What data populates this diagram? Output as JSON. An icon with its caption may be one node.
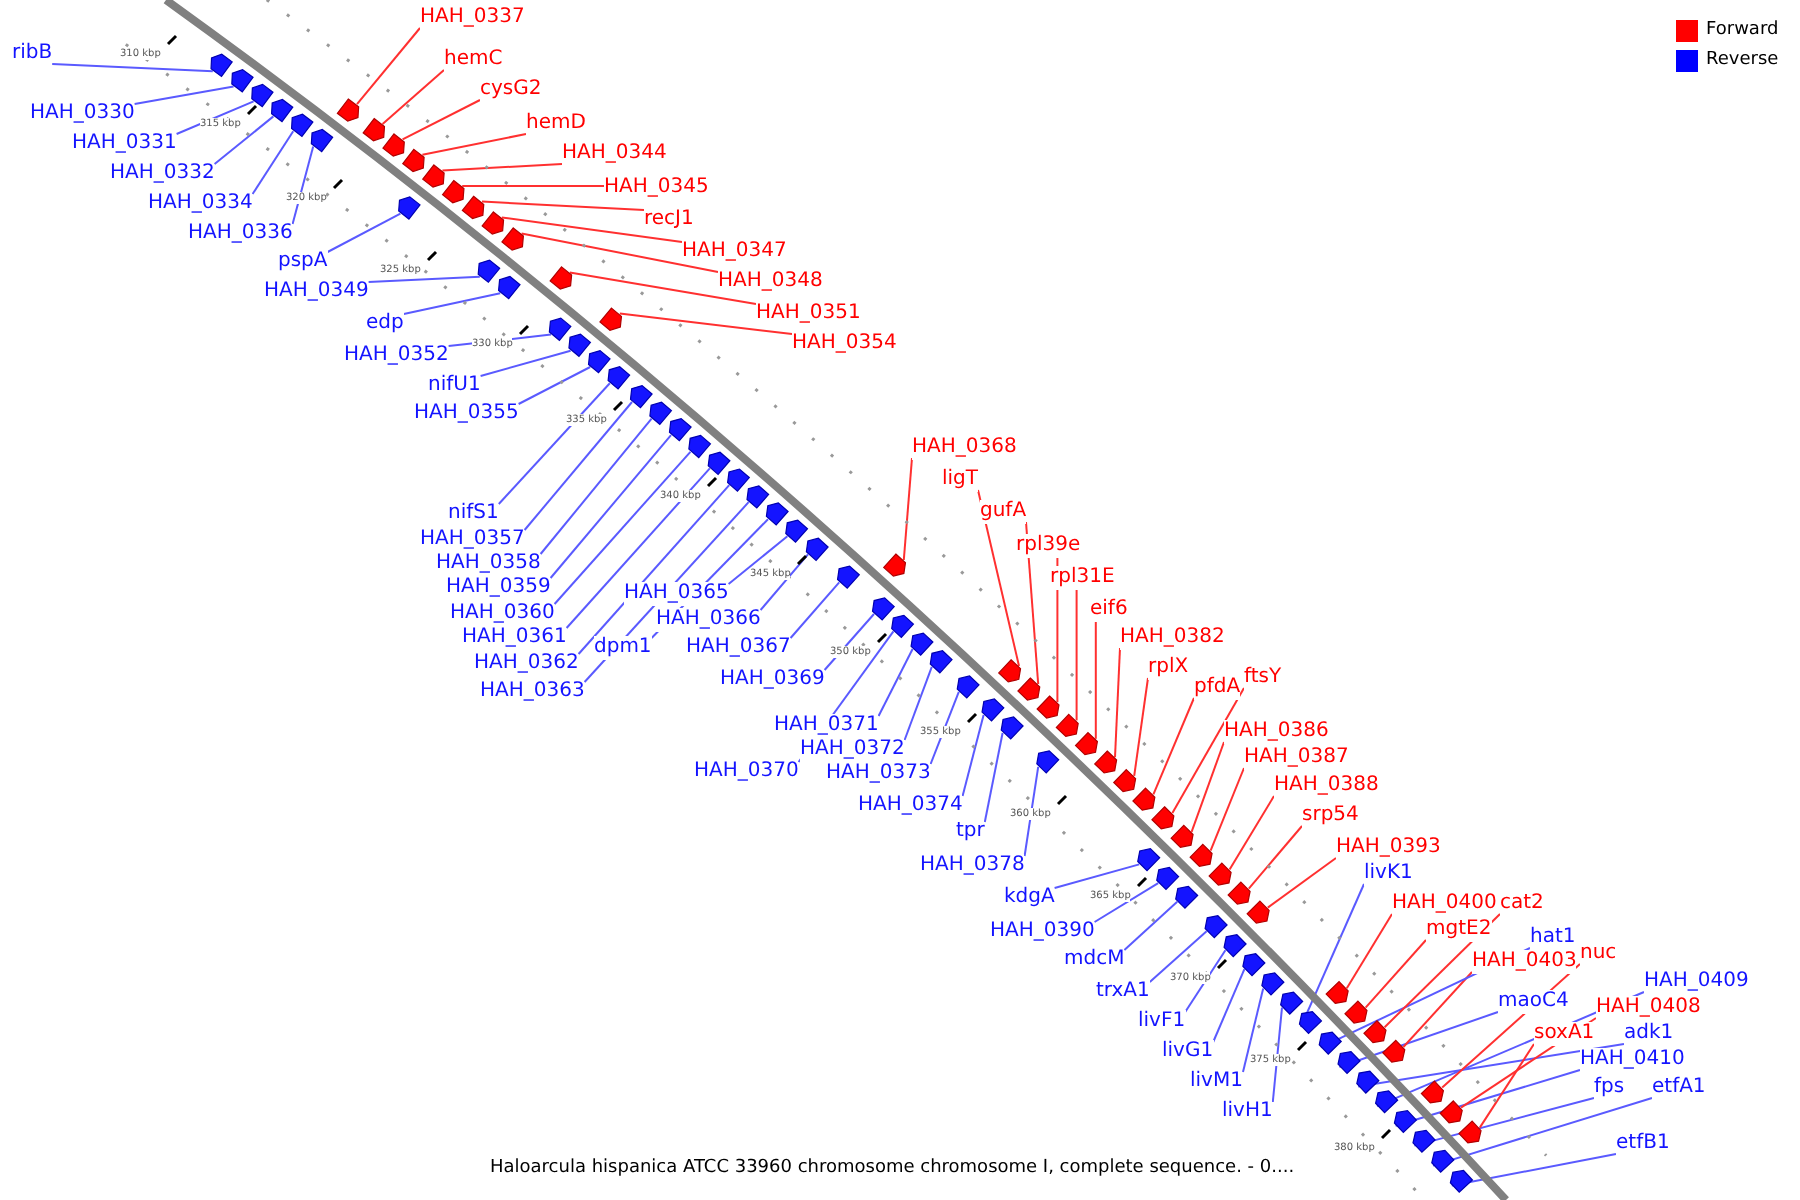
{
  "diagram": {
    "caption": "Haloarcula hispanica ATCC 33960 chromosome chromosome I, complete sequence. - 0....",
    "nodes": [
      {
        "text": [
          "HAH_0337"
        ]
      },
      {
        "text": [
          "hemC"
        ]
      },
      {
        "text": [
          "cysG2"
        ]
      },
      {
        "text": [
          "hemD"
        ]
      },
      {
        "text": [
          "HAH_0344"
        ]
      },
      {
        "text": [
          "HAH_0345"
        ]
      },
      {
        "text": [
          "recJ1"
        ]
      },
      {
        "text": [
          "HAH_0347"
        ]
      },
      {
        "text": [
          "HAH_0348"
        ]
      },
      {
        "text": [
          "HAH_0351"
        ]
      },
      {
        "text": [
          "HAH_0354"
        ]
      },
      {
        "text": [
          "ribB"
        ]
      },
      {
        "text": [
          "HAH_0330"
        ]
      },
      {
        "text": [
          "HAH_0331"
        ]
      },
      {
        "text": [
          "HAH_0332"
        ]
      },
      {
        "text": [
          "HAH_0334"
        ]
      },
      {
        "text": [
          "HAH_0336"
        ]
      },
      {
        "text": [
          "pspA"
        ]
      },
      {
        "text": [
          "HAH_0349"
        ]
      },
      {
        "text": [
          "edp"
        ]
      },
      {
        "text": [
          "HAH_0352"
        ]
      },
      {
        "text": [
          "nifU1"
        ]
      },
      {
        "text": [
          "HAH_0355"
        ]
      },
      {
        "text": [
          "nifS1"
        ]
      },
      {
        "text": [
          "HAH_0357"
        ]
      },
      {
        "text": [
          "HAH_0358"
        ]
      },
      {
        "text": [
          "HAH_0359"
        ]
      },
      {
        "text": [
          "HAH_0360"
        ]
      },
      {
        "text": [
          "HAH_0361"
        ]
      },
      {
        "text": [
          "HAH_0362"
        ]
      },
      {
        "text": [
          "HAH_0363"
        ]
      },
      {
        "text": [
          "dpm1"
        ]
      },
      {
        "text": [
          "HAH_0365"
        ]
      },
      {
        "text": [
          "HAH_0366"
        ]
      },
      {
        "text": [
          "HAH_0367"
        ]
      },
      {
        "text": [
          "HAH_0369"
        ]
      },
      {
        "text": [
          "HAH_0371"
        ]
      },
      {
        "text": [
          "HAH_0370"
        ]
      },
      {
        "text": [
          "HAH_0372"
        ]
      },
      {
        "text": [
          "HAH_0373"
        ]
      },
      {
        "text": [
          "HAH_0374"
        ]
      },
      {
        "text": [
          "tpr"
        ]
      },
      {
        "text": [
          "HAH_0378"
        ]
      },
      {
        "text": [
          "HAH_0368"
        ]
      },
      {
        "text": [
          "ligT"
        ]
      },
      {
        "text": [
          "gufA"
        ]
      },
      {
        "text": [
          "rpl39e"
        ]
      },
      {
        "text": [
          "rpl31E"
        ]
      },
      {
        "text": [
          "eif6"
        ]
      },
      {
        "text": [
          "HAH_0382"
        ]
      },
      {
        "text": [
          "rplX"
        ]
      },
      {
        "text": [
          "pfdA"
        ]
      },
      {
        "text": [
          "ftsY"
        ]
      },
      {
        "text": [
          "HAH_0386"
        ]
      },
      {
        "text": [
          "HAH_0387"
        ]
      },
      {
        "text": [
          "HAH_0388"
        ]
      },
      {
        "text": [
          "srp54"
        ]
      },
      {
        "text": [
          "HAH_0393"
        ]
      },
      {
        "text": [
          "kdgA"
        ]
      },
      {
        "text": [
          "HAH_0390"
        ]
      },
      {
        "text": [
          "mdcM"
        ]
      },
      {
        "text": [
          "trxA1"
        ]
      },
      {
        "text": [
          "livF1"
        ]
      },
      {
        "text": [
          "livG1"
        ]
      },
      {
        "text": [
          "livM1"
        ]
      },
      {
        "text": [
          "livH1"
        ]
      },
      {
        "text": [
          "livK1"
        ]
      },
      {
        "text": [
          "HAH_0400"
        ]
      },
      {
        "text": [
          "cat2"
        ]
      },
      {
        "text": [
          "mgtE2"
        ]
      },
      {
        "text": [
          "hat1"
        ]
      },
      {
        "text": [
          "HAH_0403"
        ]
      },
      {
        "text": [
          "nuc"
        ]
      },
      {
        "text": [
          "maoC4"
        ]
      },
      {
        "text": [
          "HAH_0409"
        ]
      },
      {
        "text": [
          "HAH_0408"
        ]
      },
      {
        "text": [
          "soxA1"
        ]
      },
      {
        "text": [
          "adk1"
        ]
      },
      {
        "text": [
          "HAH_0410"
        ]
      },
      {
        "text": [
          "fps"
        ]
      },
      {
        "text": [
          "etfA1"
        ]
      },
      {
        "text": [
          "etfB1"
        ]
      },
      {
        "text": [],
        "shape": "pentagon"
      },
      {
        "text": [],
        "shape": "pentagon"
      },
      {
        "text": [],
        "shape": "pentagon"
      },
      {
        "text": [],
        "shape": "pentagon"
      },
      {
        "text": [],
        "shape": "pentagon"
      },
      {
        "text": [],
        "shape": "pentagon"
      },
      {
        "text": [],
        "shape": "pentagon"
      },
      {
        "text": [],
        "shape": "pentagon"
      },
      {
        "text": [],
        "shape": "pentagon"
      },
      {
        "text": [],
        "shape": "pentagon"
      },
      {
        "text": [],
        "shape": "pentagon"
      },
      {
        "text": [],
        "shape": "pentagon"
      },
      {
        "text": [],
        "shape": "pentagon"
      },
      {
        "text": [],
        "shape": "pentagon"
      },
      {
        "text": [],
        "shape": "pentagon"
      },
      {
        "text": [],
        "shape": "pentagon"
      },
      {
        "text": [],
        "shape": "pentagon"
      },
      {
        "text": [],
        "shape": "pentagon"
      },
      {
        "text": [],
        "shape": "pentagon"
      },
      {
        "text": [],
        "shape": "pentagon"
      },
      {
        "text": [],
        "shape": "pentagon"
      },
      {
        "text": [],
        "shape": "pentagon"
      },
      {
        "text": [],
        "shape": "pentagon"
      },
      {
        "text": [],
        "shape": "pentagon"
      },
      {
        "text": [],
        "shape": "pentagon"
      },
      {
        "text": [],
        "shape": "pentagon"
      },
      {
        "text": [],
        "shape": "pentagon"
      },
      {
        "text": [],
        "shape": "pentagon"
      },
      {
        "text": [],
        "shape": "pentagon"
      },
      {
        "text": [],
        "shape": "pentagon"
      },
      {
        "text": [],
        "shape": "pentagon"
      },
      {
        "text": [],
        "shape": "pentagon"
      },
      {
        "text": [],
        "shape": "pentagon"
      },
      {
        "text": [],
        "shape": "pentagon"
      },
      {
        "text": [],
        "shape": "pentagon"
      },
      {
        "text": [],
        "shape": "pentagon"
      },
      {
        "text": [],
        "shape": "pentagon"
      },
      {
        "text": [],
        "shape": "pentagon"
      },
      {
        "text": [],
        "shape": "pentagon"
      },
      {
        "text": [],
        "shape": "pentagon"
      },
      {
        "text": [],
        "shape": "pentagon"
      },
      {
        "text": [],
        "shape": "pentagon"
      },
      {
        "text": [],
        "shape": "pentagon"
      },
      {
        "text": [],
        "shape": "pentagon"
      },
      {
        "text": [],
        "shape": "pentagon"
      },
      {
        "text": [],
        "shape": "pentagon"
      },
      {
        "text": [],
        "shape": "pentagon"
      },
      {
        "text": [],
        "shape": "pentagon"
      },
      {
        "text": [],
        "shape": "pentagon"
      },
      {
        "text": [],
        "shape": "pentagon"
      },
      {
        "text": [],
        "shape": "pentagon"
      },
      {
        "text": [],
        "shape": "pentagon"
      },
      {
        "text": [],
        "shape": "pentagon"
      },
      {
        "text": [],
        "shape": "pentagon"
      },
      {
        "text": [],
        "shape": "pentagon"
      },
      {
        "text": [],
        "shape": "pentagon"
      },
      {
        "text": [],
        "shape": "pentagon"
      },
      {
        "text": [],
        "shape": "pentagon"
      },
      {
        "text": [],
        "shape": "pentagon"
      },
      {
        "text": [],
        "shape": "pentagon"
      },
      {
        "text": [],
        "shape": "pentagon"
      },
      {
        "text": [],
        "shape": "pentagon"
      },
      {
        "text": [],
        "shape": "pentagon"
      },
      {
        "text": [],
        "shape": "pentagon"
      },
      {
        "text": [],
        "shape": "pentagon"
      },
      {
        "text": [],
        "shape": "pentagon"
      },
      {
        "text": [],
        "shape": "pentagon"
      },
      {
        "text": [],
        "shape": "pentagon"
      },
      {
        "text": [],
        "shape": "pentagon"
      },
      {
        "text": [],
        "shape": "pentagon"
      },
      {
        "text": [],
        "shape": "pentagon"
      },
      {
        "text": [],
        "shape": "pentagon"
      },
      {
        "text": [],
        "shape": "pentagon"
      },
      {
        "text": [],
        "shape": "pentagon"
      },
      {
        "text": [],
        "shape": "pentagon"
      },
      {
        "text": [],
        "shape": "pentagon"
      },
      {
        "text": [],
        "shape": "pentagon"
      },
      {
        "text": [],
        "shape": "pentagon"
      },
      {
        "text": [],
        "shape": "pentagon"
      },
      {
        "text": [],
        "shape": "pentagon"
      },
      {
        "text": [],
        "shape": "pentagon"
      },
      {
        "text": [],
        "shape": "pentagon"
      }
    ],
    "edges": [
      {
        "from": 0,
        "to": 82,
        "arrow": "none",
        "color": "#ff3030"
      },
      {
        "from": 1,
        "to": 83,
        "arrow": "none",
        "color": "#ff3030"
      },
      {
        "from": 2,
        "to": 84,
        "arrow": "none",
        "color": "#ff3030"
      },
      {
        "from": 3,
        "to": 85,
        "arrow": "none",
        "color": "#ff3030"
      },
      {
        "from": 4,
        "to": 86,
        "arrow": "none",
        "color": "#ff3030"
      },
      {
        "from": 5,
        "to": 87,
        "arrow": "none",
        "color": "#ff3030"
      },
      {
        "from": 6,
        "to": 88,
        "arrow": "none",
        "color": "#ff3030"
      },
      {
        "from": 7,
        "to": 89,
        "arrow": "none",
        "color": "#ff3030"
      },
      {
        "from": 8,
        "to": 90,
        "arrow": "none",
        "color": "#ff3030"
      },
      {
        "from": 9,
        "to": 91,
        "arrow": "none",
        "color": "#ff3030"
      },
      {
        "from": 10,
        "to": 92,
        "arrow": "none",
        "color": "#ff3030"
      },
      {
        "from": 11,
        "to": 93,
        "arrow": "none"
      },
      {
        "from": 12,
        "to": 94,
        "arrow": "none"
      },
      {
        "from": 13,
        "to": 95,
        "arrow": "none"
      },
      {
        "from": 14,
        "to": 96,
        "arrow": "none"
      },
      {
        "from": 15,
        "to": 97,
        "arrow": "none"
      },
      {
        "from": 16,
        "to": 98,
        "arrow": "none"
      },
      {
        "from": 17,
        "to": 99,
        "arrow": "none"
      },
      {
        "from": 18,
        "to": 100,
        "arrow": "none"
      },
      {
        "from": 19,
        "to": 101,
        "arrow": "none"
      },
      {
        "from": 20,
        "to": 102,
        "arrow": "none"
      },
      {
        "from": 21,
        "to": 103,
        "arrow": "none"
      },
      {
        "from": 22,
        "to": 104,
        "arrow": "none"
      },
      {
        "from": 23,
        "to": 105,
        "arrow": "none"
      },
      {
        "from": 24,
        "to": 106,
        "arrow": "none"
      },
      {
        "from": 25,
        "to": 107,
        "arrow": "none"
      },
      {
        "from": 26,
        "to": 108,
        "arrow": "none"
      },
      {
        "from": 27,
        "to": 109,
        "arrow": "none"
      },
      {
        "from": 28,
        "to": 110,
        "arrow": "none"
      },
      {
        "from": 29,
        "to": 111,
        "arrow": "none"
      },
      {
        "from": 30,
        "to": 112,
        "arrow": "none"
      },
      {
        "from": 31,
        "to": 113,
        "arrow": "none"
      },
      {
        "from": 32,
        "to": 114,
        "arrow": "none"
      },
      {
        "from": 33,
        "to": 115,
        "arrow": "none"
      },
      {
        "from": 34,
        "to": 116,
        "arrow": "none"
      },
      {
        "from": 35,
        "to": 117,
        "arrow": "none"
      },
      {
        "from": 36,
        "to": 118,
        "arrow": "none"
      },
      {
        "from": 37,
        "to": 119,
        "arrow": "none"
      },
      {
        "from": 38,
        "to": 120,
        "arrow": "none"
      },
      {
        "from": 39,
        "to": 121,
        "arrow": "none"
      },
      {
        "from": 40,
        "to": 122,
        "arrow": "none"
      },
      {
        "from": 41,
        "to": 123,
        "arrow": "none"
      },
      {
        "from": 42,
        "to": 124,
        "arrow": "none"
      },
      {
        "from": 43,
        "to": 125,
        "arrow": "none",
        "color": "#ff3030"
      },
      {
        "from": 44,
        "to": 126,
        "arrow": "none",
        "color": "#ff3030"
      },
      {
        "from": 45,
        "to": 127,
        "arrow": "none",
        "color": "#ff3030"
      },
      {
        "from": 46,
        "to": 128,
        "arrow": "none",
        "color": "#ff3030"
      },
      {
        "from": 47,
        "to": 129,
        "arrow": "none",
        "color": "#ff3030"
      },
      {
        "from": 48,
        "to": 130,
        "arrow": "none",
        "color": "#ff3030"
      },
      {
        "from": 49,
        "to": 131,
        "arrow": "none",
        "color": "#ff3030"
      },
      {
        "from": 50,
        "to": 132,
        "arrow": "none",
        "color": "#ff3030"
      },
      {
        "from": 51,
        "to": 133,
        "arrow": "none",
        "color": "#ff3030"
      },
      {
        "from": 52,
        "to": 134,
        "arrow": "none",
        "color": "#ff3030"
      },
      {
        "from": 53,
        "to": 135,
        "arrow": "none",
        "color": "#ff3030"
      },
      {
        "from": 54,
        "to": 136,
        "arrow": "none",
        "color": "#ff3030"
      },
      {
        "from": 55,
        "to": 137,
        "arrow": "none",
        "color": "#ff3030"
      },
      {
        "from": 56,
        "to": 138,
        "arrow": "none",
        "color": "#ff3030"
      },
      {
        "from": 57,
        "to": 139,
        "arrow": "none",
        "color": "#ff3030"
      },
      {
        "from": 58,
        "to": 140,
        "arrow": "none"
      },
      {
        "from": 59,
        "to": 141,
        "arrow": "none"
      },
      {
        "from": 60,
        "to": 142,
        "arrow": "none"
      },
      {
        "from": 61,
        "to": 143,
        "arrow": "none"
      },
      {
        "from": 62,
        "to": 144,
        "arrow": "none"
      },
      {
        "from": 63,
        "to": 145,
        "arrow": "none"
      },
      {
        "from": 64,
        "to": 146,
        "arrow": "none"
      },
      {
        "from": 65,
        "to": 147,
        "arrow": "none"
      },
      {
        "from": 66,
        "to": 148,
        "arrow": "none"
      },
      {
        "from": 67,
        "to": 149,
        "arrow": "none",
        "color": "#ff3030"
      },
      {
        "from": 68,
        "to": 150,
        "arrow": "none",
        "color": "#ff3030"
      },
      {
        "from": 69,
        "to": 151,
        "arrow": "none",
        "color": "#ff3030"
      },
      {
        "from": 70,
        "to": 152,
        "arrow": "none"
      },
      {
        "from": 71,
        "to": 153,
        "arrow": "none",
        "color": "#ff3030"
      },
      {
        "from": 72,
        "to": 154,
        "arrow": "none",
        "color": "#ff3030"
      },
      {
        "from": 73,
        "to": 155,
        "arrow": "none"
      },
      {
        "from": 74,
        "to": 156,
        "arrow": "none"
      },
      {
        "from": 75,
        "to": 157,
        "arrow": "none",
        "color": "#ff3030"
      },
      {
        "from": 76,
        "to": 158,
        "arrow": "none",
        "color": "#ff3030"
      },
      {
        "from": 77,
        "to": 159,
        "arrow": "none"
      },
      {
        "from": 78,
        "to": 160,
        "arrow": "none"
      },
      {
        "from": 79,
        "to": 161,
        "arrow": "none"
      },
      {
        "from": 80,
        "to": 162,
        "arrow": "none"
      },
      {
        "from": 81,
        "to": 163,
        "arrow": "none"
      }
    ],
    "labels": [
      "310 kbp",
      "315 kbp",
      "320 kbp",
      "325 kbp",
      "330 kbp",
      "335 kbp",
      "340 kbp",
      "345 kbp",
      "350 kbp",
      "355 kbp",
      "360 kbp",
      "365 kbp",
      "370 kbp",
      "375 kbp",
      "380 kbp"
    ],
    "legend": [
      {
        "text": "Forward",
        "color": "#ff0000"
      },
      {
        "text": "Reverse",
        "color": "#0000ff"
      }
    ]
  }
}
